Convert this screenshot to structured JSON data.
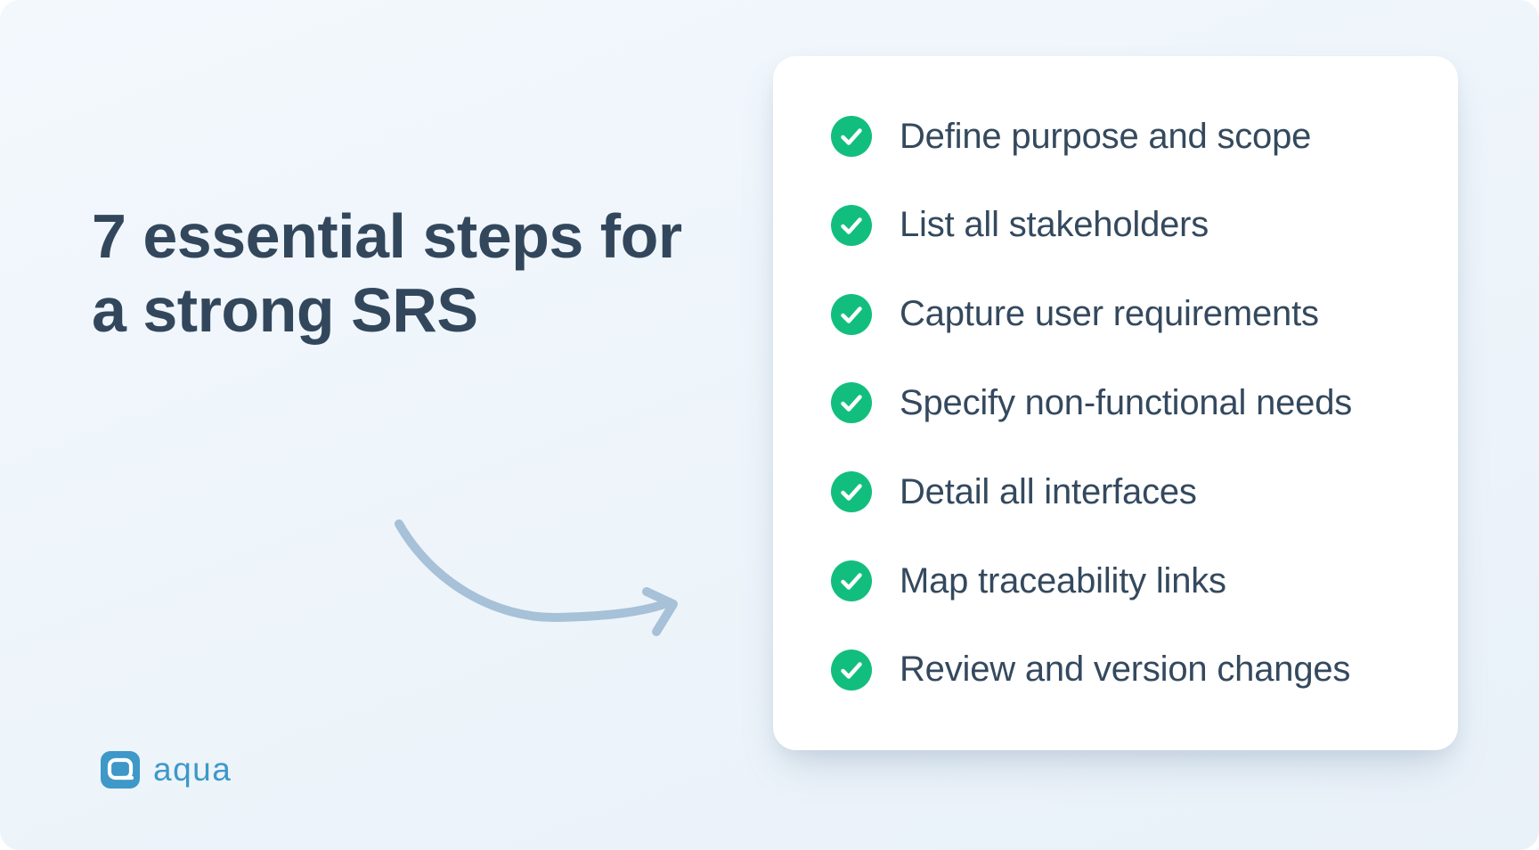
{
  "canvas": {
    "background_color": "#edf4fa",
    "accent_green": "#12be7e",
    "accent_blue": "#3e98c8",
    "arrow_color": "#a6c1d8",
    "text_color": "#33475c"
  },
  "heading": {
    "text": "7 essential steps for a strong SRS"
  },
  "checklist_card": {
    "background": "#ffffff",
    "items": [
      {
        "label": "Define purpose and scope"
      },
      {
        "label": "List all stakeholders"
      },
      {
        "label": "Capture user requirements"
      },
      {
        "label": "Specify non-functional needs"
      },
      {
        "label": "Detail all interfaces"
      },
      {
        "label": "Map traceability links"
      },
      {
        "label": "Review and version changes"
      }
    ]
  },
  "logo": {
    "brand_text": "aqua"
  }
}
